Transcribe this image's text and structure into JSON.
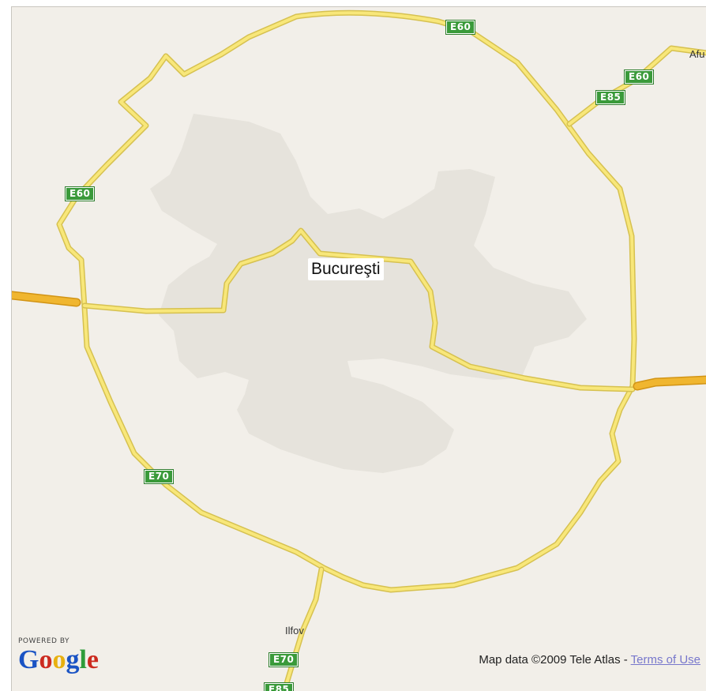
{
  "map": {
    "city_name": "Bucureşti",
    "places": {
      "ilfov": "Ilfov",
      "afumati_partial": "Afu"
    },
    "road_shields": {
      "e60_top": "E60",
      "e60_left": "E60",
      "e60_right": "E60",
      "e85_right": "E85",
      "e70_left": "E70",
      "e70_bottom": "E70",
      "e85_bottom_partial": "E85"
    },
    "colors": {
      "background": "#f2efe9",
      "urban_area": "#e5e2da",
      "road_fill": "#f8e77a",
      "road_casing": "#d9c452",
      "highway_fill": "#f0b630",
      "highway_casing": "#d99a18",
      "shield": "#3a9a3a"
    }
  },
  "branding": {
    "powered_by": "POWERED BY",
    "google_letters": [
      {
        "char": "G",
        "color": "#1a53c4"
      },
      {
        "char": "o",
        "color": "#cc2a1f"
      },
      {
        "char": "o",
        "color": "#e8b00f"
      },
      {
        "char": "g",
        "color": "#1a53c4"
      },
      {
        "char": "l",
        "color": "#2f9c3a"
      },
      {
        "char": "e",
        "color": "#cc2a1f"
      }
    ]
  },
  "attribution": {
    "text": "Map data ©2009 Tele Atlas - ",
    "terms_link": "Terms of Use"
  }
}
